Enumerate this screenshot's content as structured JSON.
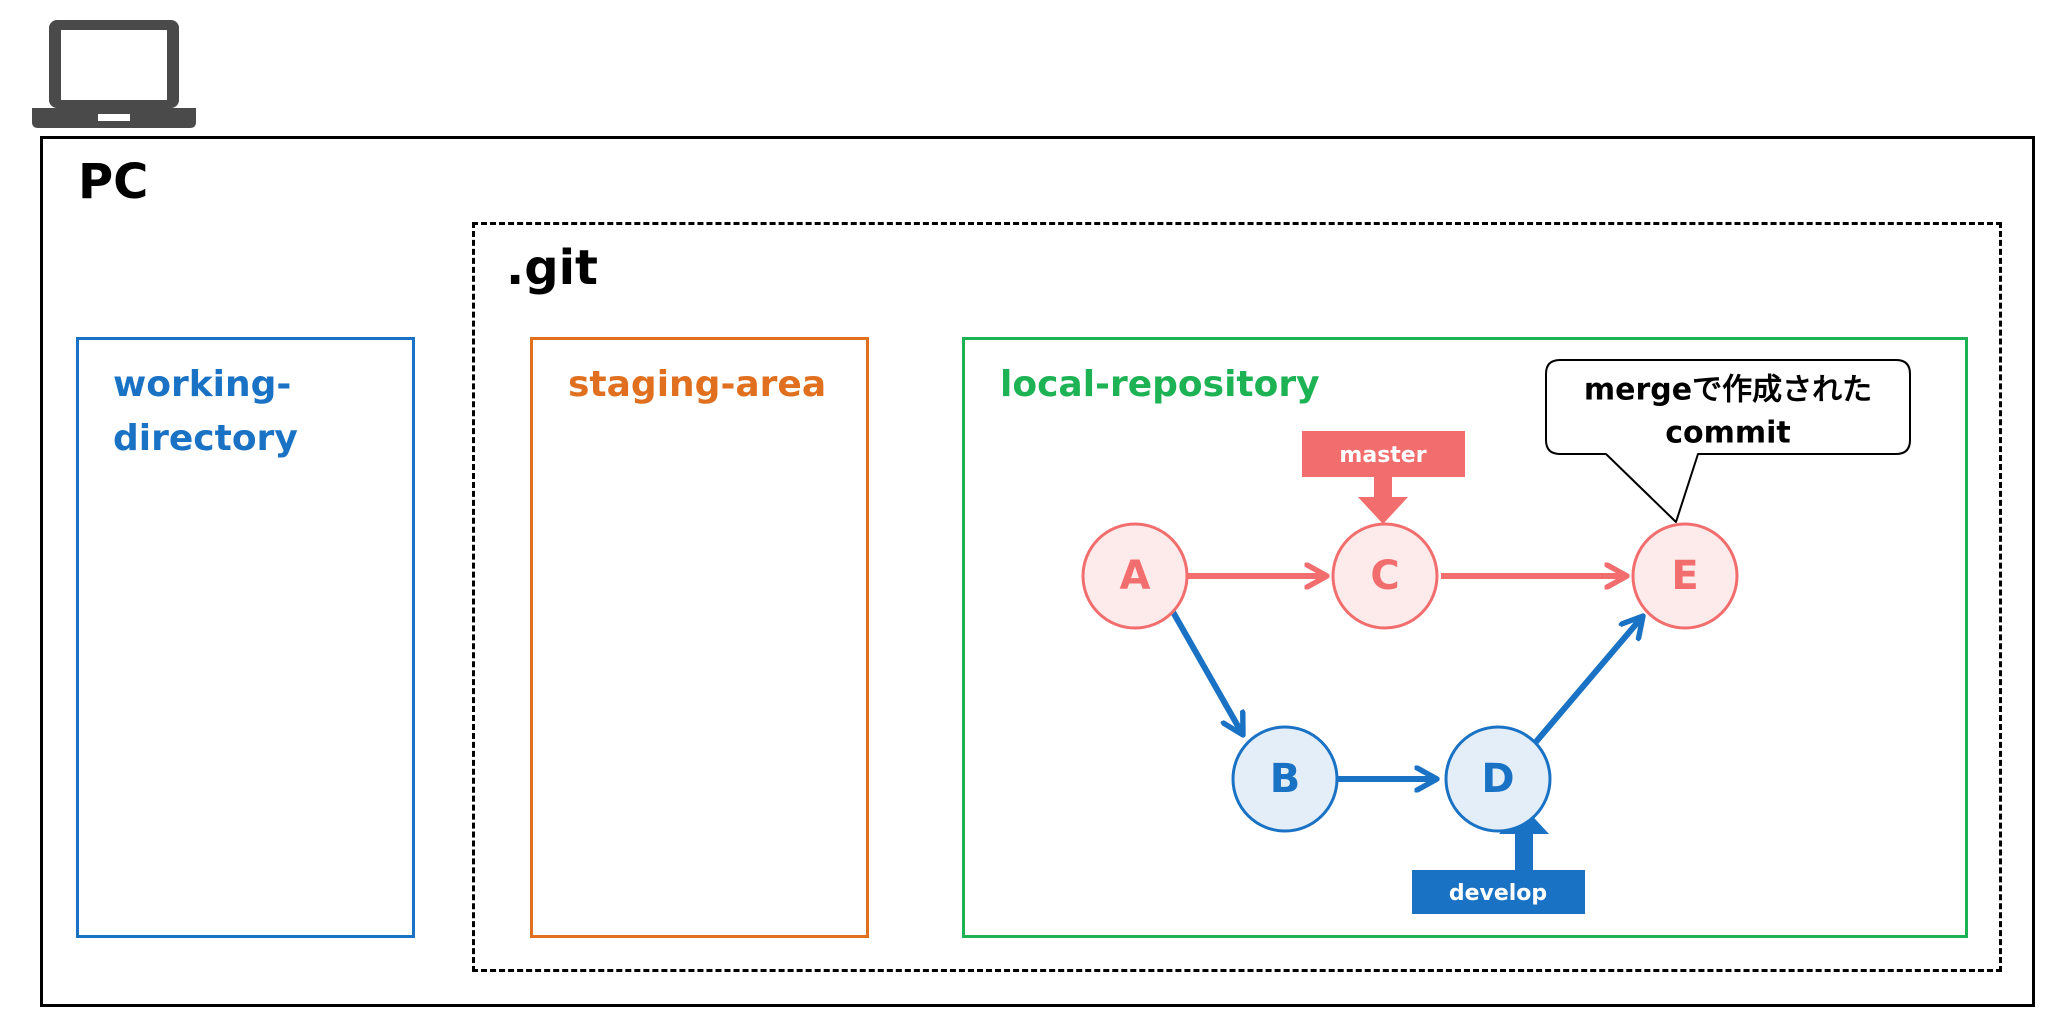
{
  "pc": {
    "label": "PC"
  },
  "git": {
    "label": ".git"
  },
  "areas": {
    "working_directory": {
      "label_line1": "working-",
      "label_line2": "directory",
      "color": "#1a72c5"
    },
    "staging_area": {
      "label": "staging-area",
      "color": "#e07020"
    },
    "local_repository": {
      "label": "local-repository",
      "color": "#1db355"
    }
  },
  "commits": {
    "A": {
      "label": "A",
      "branch": "master"
    },
    "B": {
      "label": "B",
      "branch": "develop"
    },
    "C": {
      "label": "C",
      "branch": "master"
    },
    "D": {
      "label": "D",
      "branch": "develop"
    },
    "E": {
      "label": "E",
      "branch": "master"
    }
  },
  "branches": {
    "master": {
      "label": "master",
      "color": "#f26d6d",
      "fill": "#fdeaea"
    },
    "develop": {
      "label": "develop",
      "color": "#1a72c5",
      "fill": "#e3eef9"
    }
  },
  "callout": {
    "line1": "mergeで作成された",
    "line2": "commit"
  },
  "icons": {
    "computer": "laptop-icon"
  }
}
